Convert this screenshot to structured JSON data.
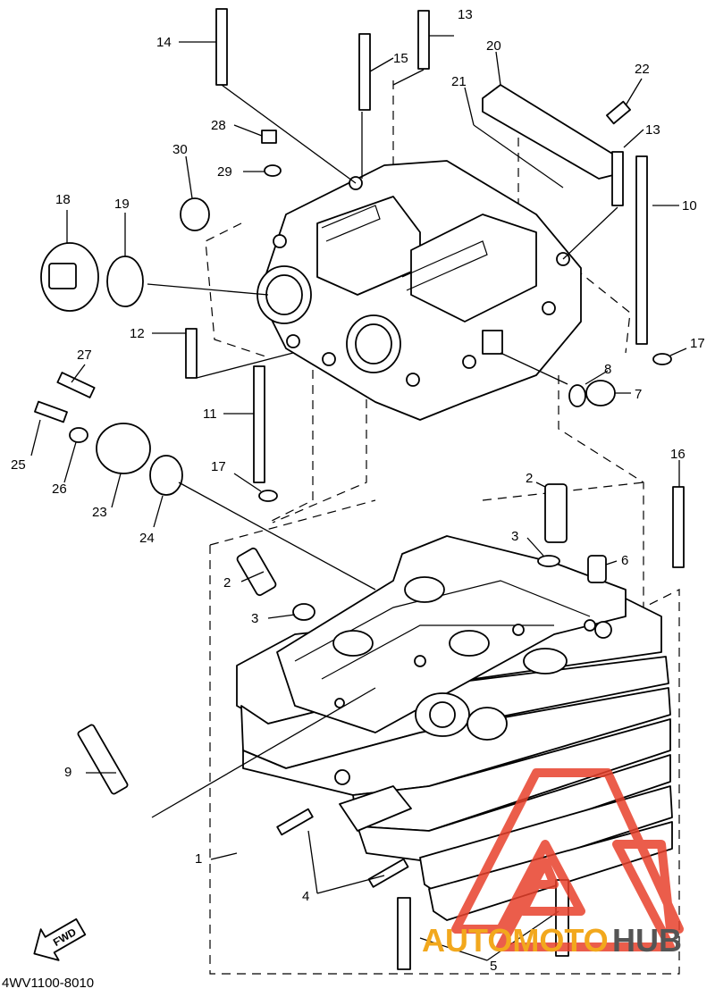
{
  "diagram": {
    "drawing_code": "4WV1100-8010",
    "fwd_label": "FWD",
    "callouts": [
      "1",
      "2",
      "2",
      "3",
      "3",
      "4",
      "5",
      "6",
      "7",
      "8",
      "9",
      "10",
      "11",
      "12",
      "13",
      "13",
      "14",
      "15",
      "16",
      "17",
      "17",
      "18",
      "19",
      "20",
      "21",
      "22",
      "23",
      "24",
      "25",
      "26",
      "27",
      "28",
      "29",
      "30"
    ]
  },
  "watermark": {
    "part1": "AUTOMOTO",
    "part2": "HUB",
    "color_primary": "#f2a81d",
    "color_secondary": "#555555",
    "logo_color": "#e8412c"
  }
}
